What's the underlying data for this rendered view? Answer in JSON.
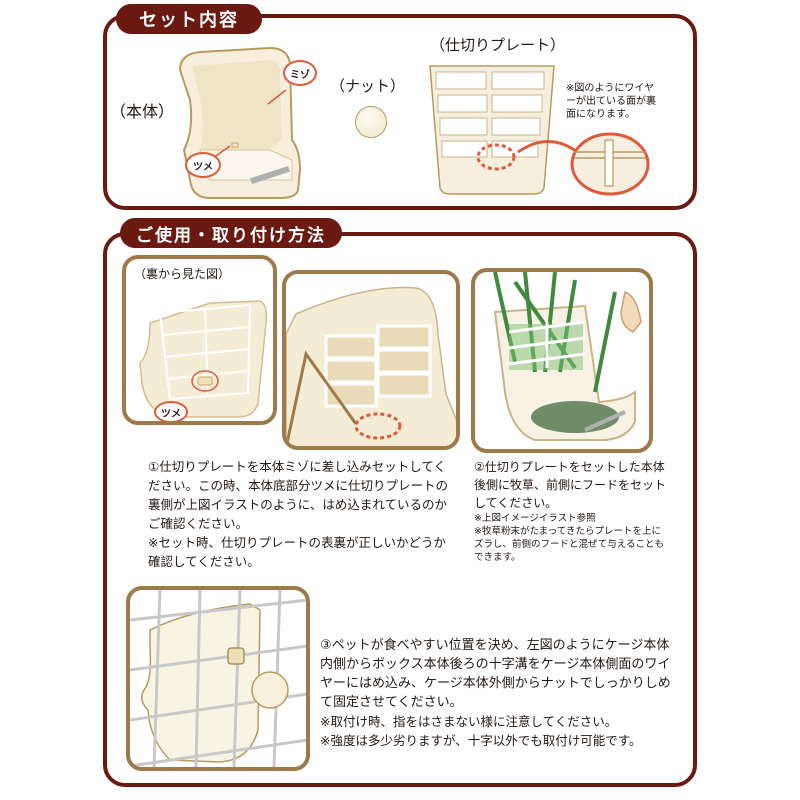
{
  "set_contents": {
    "tab_title": "セット内容",
    "body_label": "（本体）",
    "nut_label": "（ナット）",
    "plate_label": "（仕切りプレート）",
    "groove_callout": "ミゾ",
    "claw_callout": "ツメ",
    "plate_note": "※図のようにワイヤーが出ている面が裏面になります。"
  },
  "usage": {
    "tab_title": "ご使用・取り付け方法",
    "back_view_label": "（裏から見た図）",
    "claw_callout": "ツメ",
    "step1": {
      "main": "①仕切りプレートを本体ミゾに差し込みセットしてください。この時、本体底部分ツメに仕切りプレートの裏側が上図イラストのように、はめ込まれているのかご確認ください。",
      "note": "※セット時、仕切りプレートの表裏が正しいかどうか確認してください。"
    },
    "step2": {
      "main": "②仕切りプレートをセットした本体後側に牧草、前側にフードをセットしてください。",
      "notes": [
        "※上図イメージイラスト参照",
        "※牧草粉末がたまってきたらプレートを上にズラし、前側のフードと混ぜて与えることもできます。"
      ]
    },
    "step3": {
      "main": "③ペットが食べやすい位置を決め、左図のようにケージ本体内側からボックス本体後ろの十字溝をケージ本体側面のワイヤーにはめ込み、ケージ本体外側からナットでしっかりしめて固定させてください。",
      "notes": [
        "※取付け時、指をはさまない様に注意してください。",
        "※強度は多少劣りますが、十字以外でも取付け可能です。"
      ]
    }
  },
  "colors": {
    "frame": "#6b1a12",
    "panel_border": "#9c7a4a",
    "callout": "#e05a3a",
    "product_fill": "#f3ead6",
    "hay_green": "#4f9a4a"
  }
}
